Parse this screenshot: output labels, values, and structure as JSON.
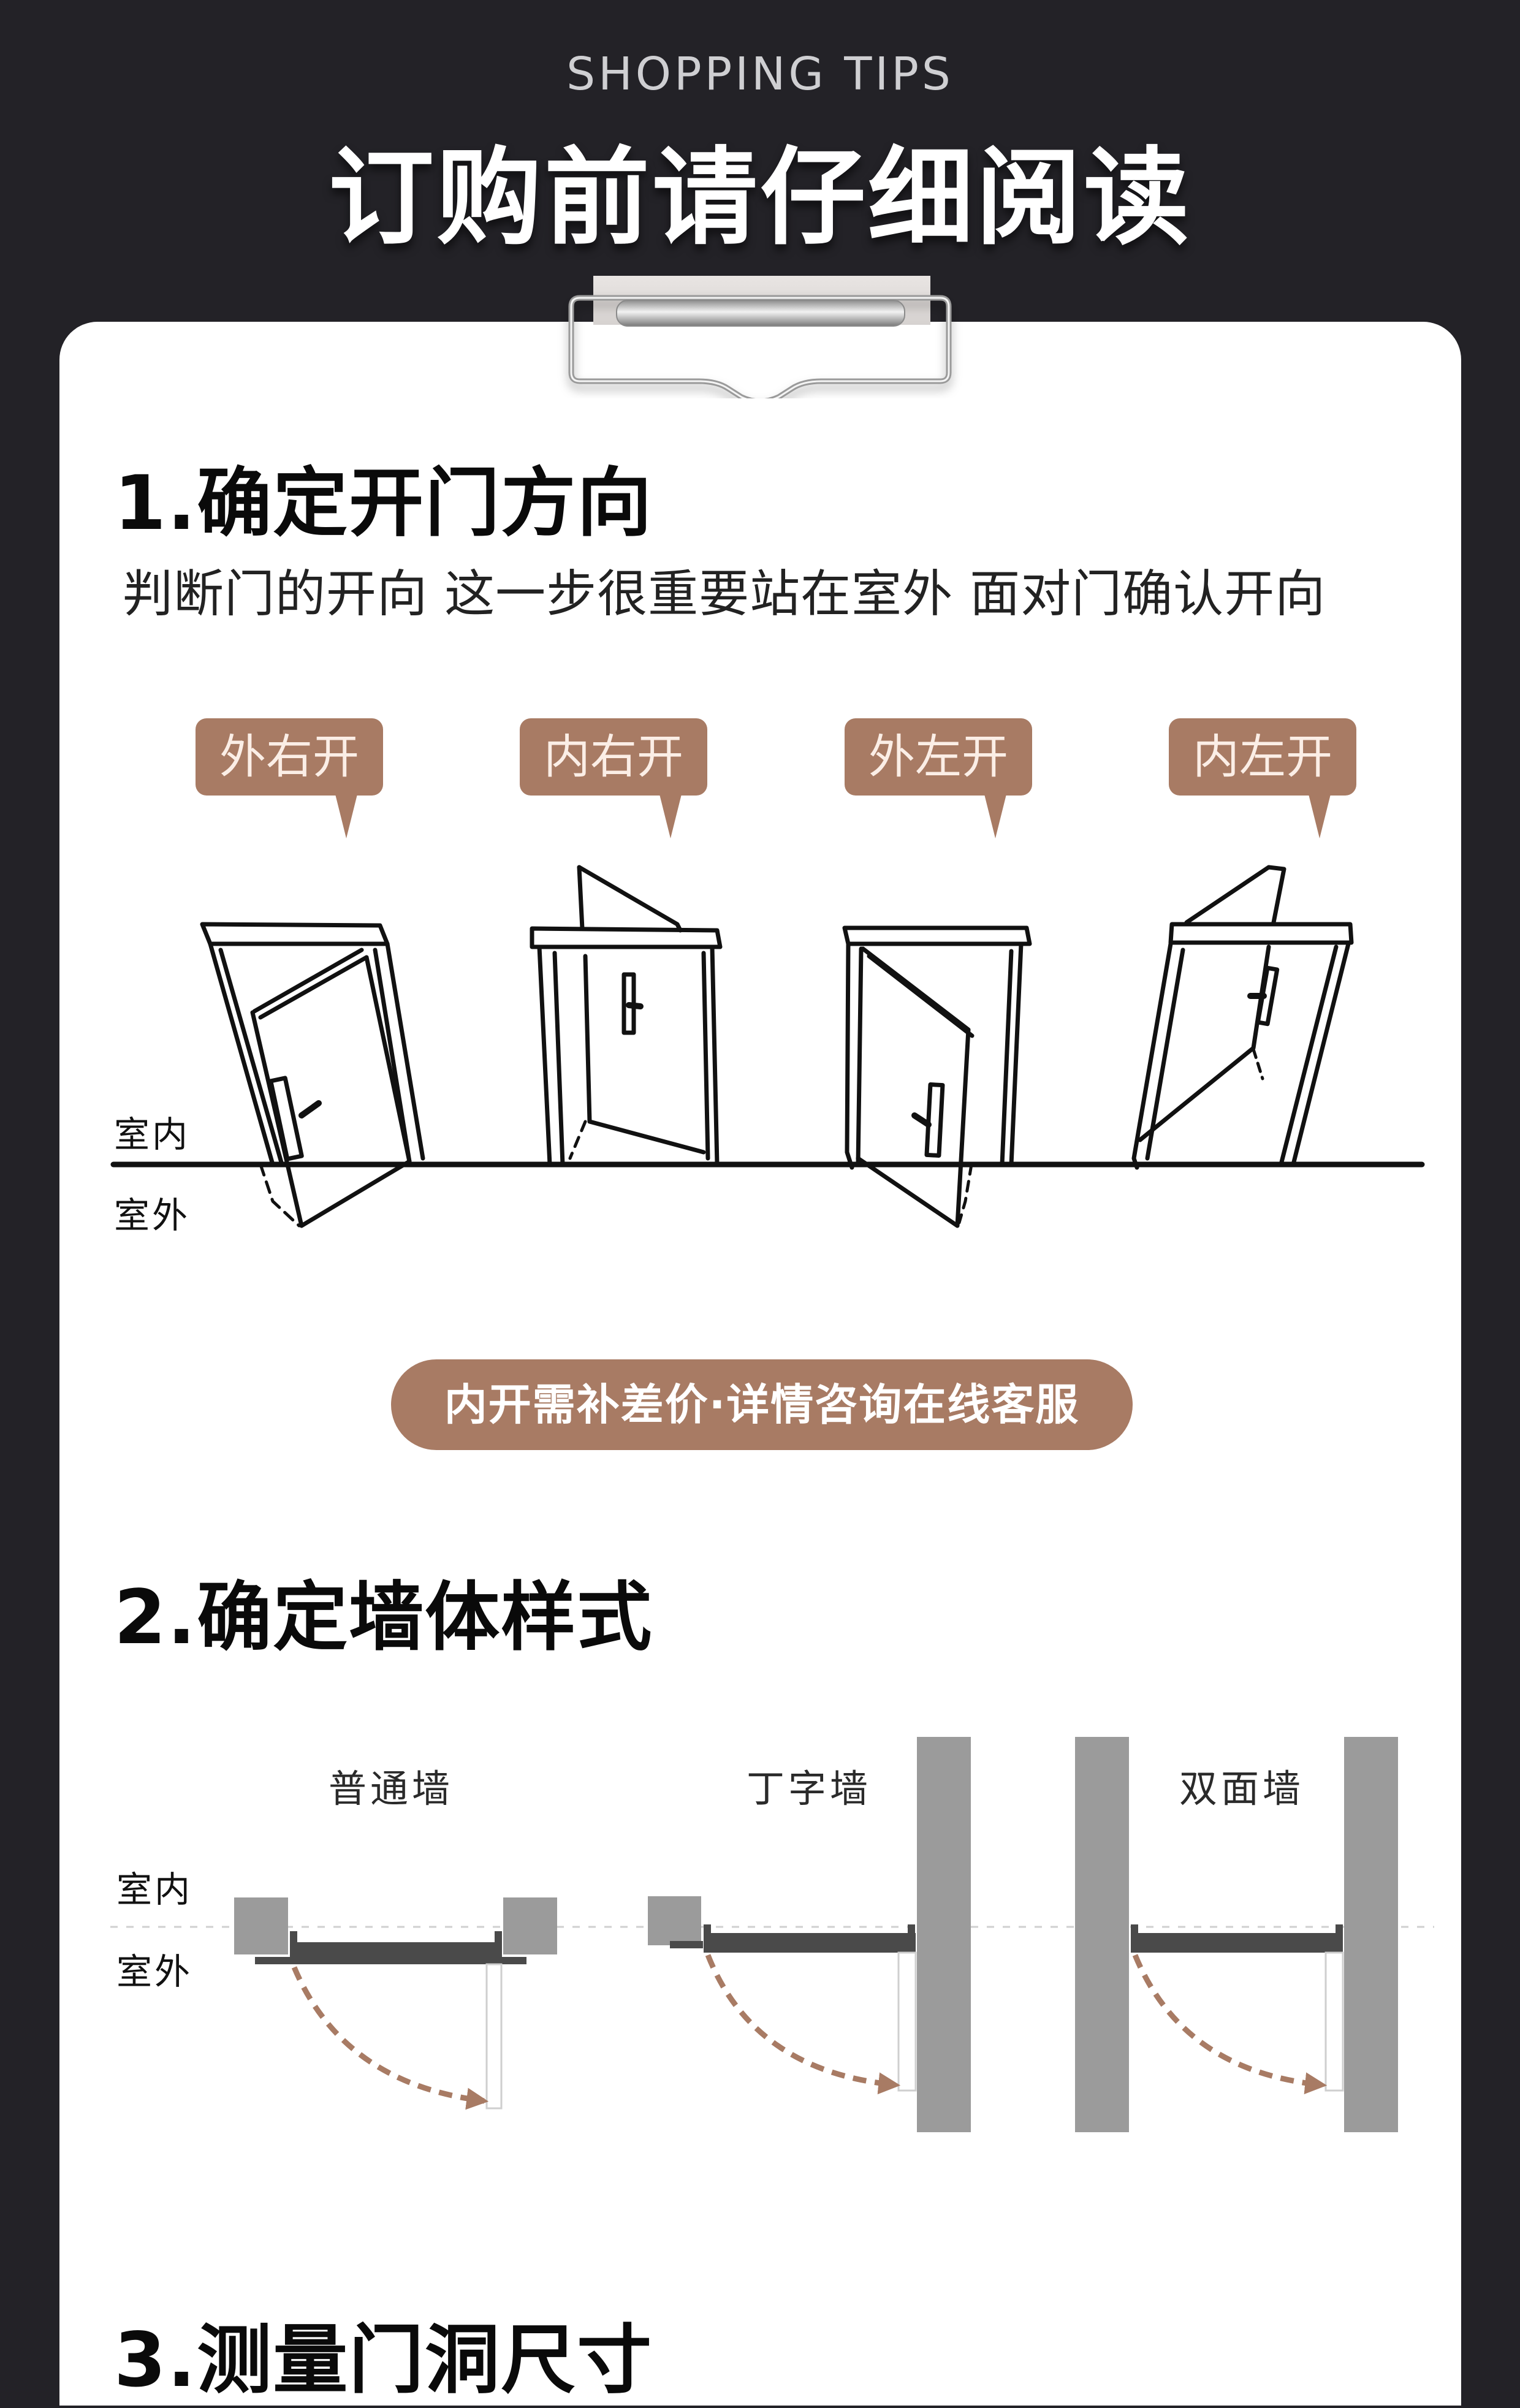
{
  "header": {
    "subtitle_en": "SHOPPING TIPS",
    "title": "订购前请仔细阅读"
  },
  "section1": {
    "title": "1.确定开门方向",
    "description": "判断门的开向 这一步很重要站在室外 面对门确认开向",
    "badges": [
      {
        "label": "外右开"
      },
      {
        "label": "内右开"
      },
      {
        "label": "外左开"
      },
      {
        "label": "内左开"
      }
    ],
    "labels": {
      "indoor": "室内",
      "outdoor": "室外"
    },
    "notice": "内开需补差价·详情咨询在线客服"
  },
  "section2": {
    "title": "2.确定墙体样式",
    "labels": {
      "indoor": "室内",
      "outdoor": "室外"
    },
    "wall_types": [
      {
        "label": "普通墙"
      },
      {
        "label": "丁字墙"
      },
      {
        "label": "双面墙"
      }
    ]
  },
  "section3": {
    "title": "3.测量门洞尺寸"
  },
  "colors": {
    "background": "#232227",
    "accent": "#a87b64",
    "card": "#ffffff",
    "wall_gray": "#999999",
    "frame_dark": "#4a4a4a"
  }
}
